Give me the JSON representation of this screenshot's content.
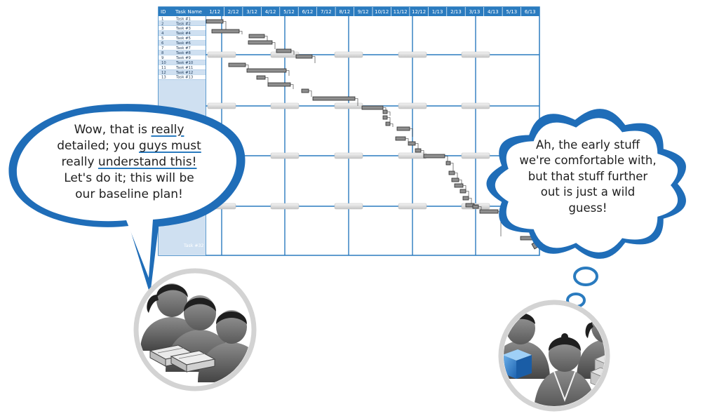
{
  "gantt": {
    "header_id": "ID",
    "header_task": "Task Name",
    "months": [
      "1/12",
      "2/12",
      "3/12",
      "4/12",
      "5/12",
      "6/12",
      "7/12",
      "8/12",
      "9/12",
      "10/12",
      "11/12",
      "12/12",
      "1/13",
      "2/13",
      "3/13",
      "4/13",
      "5/13",
      "6/13"
    ],
    "rows": [
      {
        "id": "1",
        "name": "Task #1"
      },
      {
        "id": "2",
        "name": "Task #2"
      },
      {
        "id": "3",
        "name": "Task #3"
      },
      {
        "id": "4",
        "name": "Task #4"
      },
      {
        "id": "5",
        "name": "Task #5"
      },
      {
        "id": "6",
        "name": "Task #6"
      },
      {
        "id": "7",
        "name": "Task #7"
      },
      {
        "id": "8",
        "name": "Task #8"
      },
      {
        "id": "9",
        "name": "Task #9"
      },
      {
        "id": "10",
        "name": "Task #10"
      },
      {
        "id": "11",
        "name": "Task #11"
      },
      {
        "id": "12",
        "name": "Task #12"
      },
      {
        "id": "13",
        "name": "Task #13"
      }
    ],
    "last_row_label": "Task #32",
    "colors": {
      "accent": "#2a7bbf",
      "row_shade": "#cfe0f1",
      "bar": "#8e8e8e",
      "bar_edge": "#2b2b2b"
    }
  },
  "client_bubble": {
    "lines": [
      {
        "parts": [
          {
            "t": "Wow, that is "
          },
          {
            "t": "really",
            "u": true
          }
        ]
      },
      {
        "parts": [
          {
            "t": "detailed; you "
          },
          {
            "t": "guys must",
            "u": true
          }
        ]
      },
      {
        "parts": [
          {
            "t": "really "
          },
          {
            "t": "understand this!",
            "u": true
          }
        ]
      },
      {
        "parts": [
          {
            "t": "Let's do it; this will be"
          }
        ]
      },
      {
        "parts": [
          {
            "t": "our baseline plan!"
          }
        ]
      }
    ]
  },
  "team_bubble": {
    "lines": [
      "Ah, the early stuff",
      "we're comfortable with,",
      "but that stuff further",
      "out is just a wild",
      "guess!"
    ]
  },
  "people": {
    "client_group": {
      "icon": "client-group-with-money-icon"
    },
    "team_group": {
      "icon": "team-group-with-cubes-icon"
    }
  }
}
